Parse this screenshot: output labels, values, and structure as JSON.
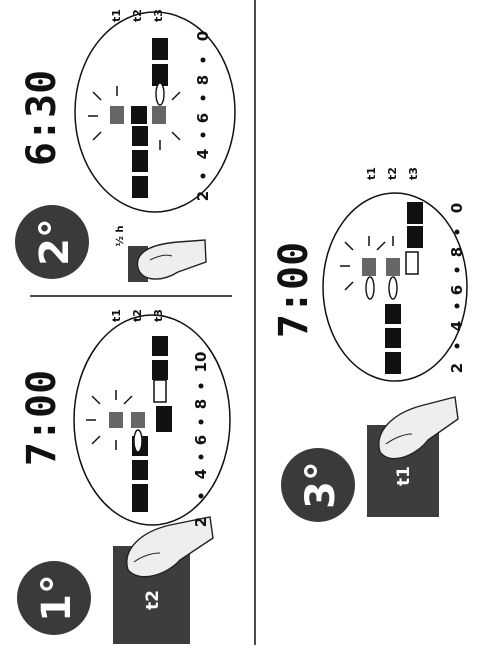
{
  "steps": [
    {
      "number": "1°",
      "time": "7:00",
      "button": "t2",
      "ticks": [
        "2",
        "4",
        "6",
        "8",
        "10"
      ],
      "levels": [
        "t1",
        "t2",
        "t3"
      ]
    },
    {
      "number": "2°",
      "time": "6:30",
      "button": "½ h",
      "ticks": [
        "2",
        "4",
        "6",
        "8",
        "0"
      ],
      "levels": [
        "t1",
        "t2",
        "t3"
      ]
    },
    {
      "number": "3°",
      "time": "7:00",
      "button": "t1",
      "ticks": [
        "2",
        "4",
        "6",
        "8",
        "0"
      ],
      "levels": [
        "t1",
        "t2",
        "t3"
      ]
    }
  ],
  "colors": {
    "badge": "#3a3a3a",
    "button": "#3d3d3d",
    "segment": "#111111",
    "active": "#666666"
  }
}
